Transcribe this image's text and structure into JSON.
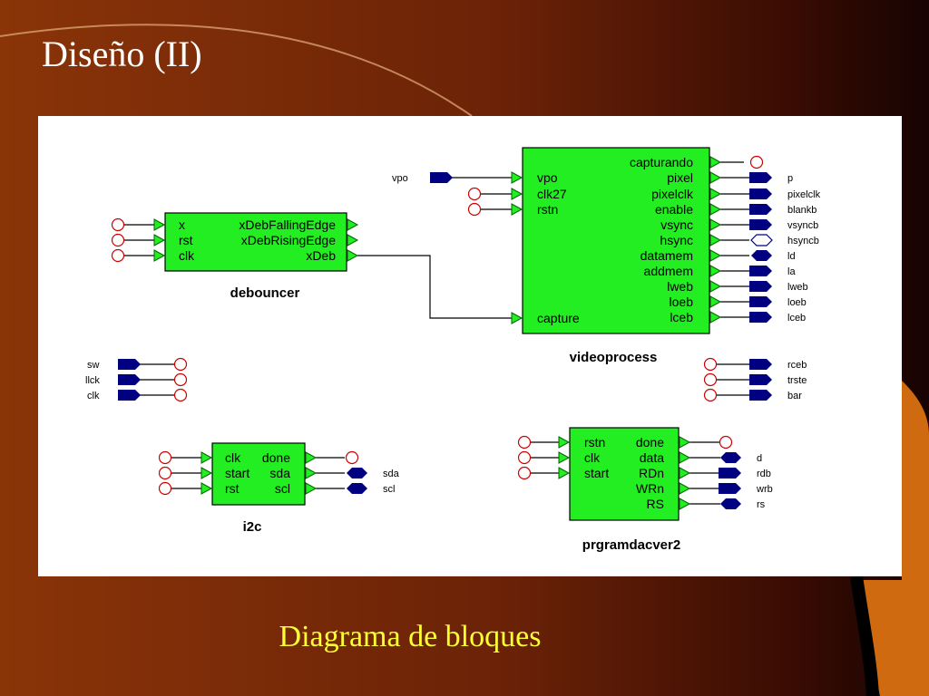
{
  "slide": {
    "title": "Diseño (II)",
    "caption": "Diagrama de bloques"
  },
  "colors": {
    "block_fill": "#22ee22",
    "pad_blue": "#000080",
    "pad_red": "#cc0000",
    "title_text": "#ffffff",
    "caption_text": "#ffff33"
  },
  "blocks": {
    "debouncer": {
      "name": "debouncer",
      "inputs": [
        "x",
        "rst",
        "clk"
      ],
      "outputs": [
        "xDebFallingEdge",
        "xDebRisingEdge",
        "xDeb"
      ]
    },
    "videoprocess": {
      "name": "videoprocess",
      "inputs": [
        "vpo",
        "clk27",
        "rstn",
        "capture"
      ],
      "outputs": [
        "capturando",
        "pixel",
        "pixelclk",
        "enable",
        "vsync",
        "hsync",
        "datamem",
        "addmem",
        "lweb",
        "loeb",
        "lceb"
      ]
    },
    "i2c": {
      "name": "i2c",
      "inputs": [
        "clk",
        "start",
        "rst"
      ],
      "outputs": [
        "done",
        "sda",
        "scl"
      ]
    },
    "prgramdacver2": {
      "name": "prgramdacver2",
      "inputs": [
        "rstn",
        "clk",
        "start"
      ],
      "outputs": [
        "done",
        "data",
        "RDn",
        "WRn",
        "RS"
      ]
    }
  },
  "pads": {
    "vpo": "vpo",
    "video_outputs": [
      "p",
      "pixelclk",
      "blankb",
      "vsyncb",
      "hsyncb",
      "ld",
      "la",
      "lweb",
      "loeb",
      "lceb"
    ],
    "left_inputs": [
      "sw",
      "llck",
      "clk"
    ],
    "right_misc": [
      "rceb",
      "trste",
      "bar"
    ],
    "i2c_outputs": [
      "sda",
      "scl"
    ],
    "dac_outputs": [
      "d",
      "rdb",
      "wrb",
      "rs"
    ]
  }
}
